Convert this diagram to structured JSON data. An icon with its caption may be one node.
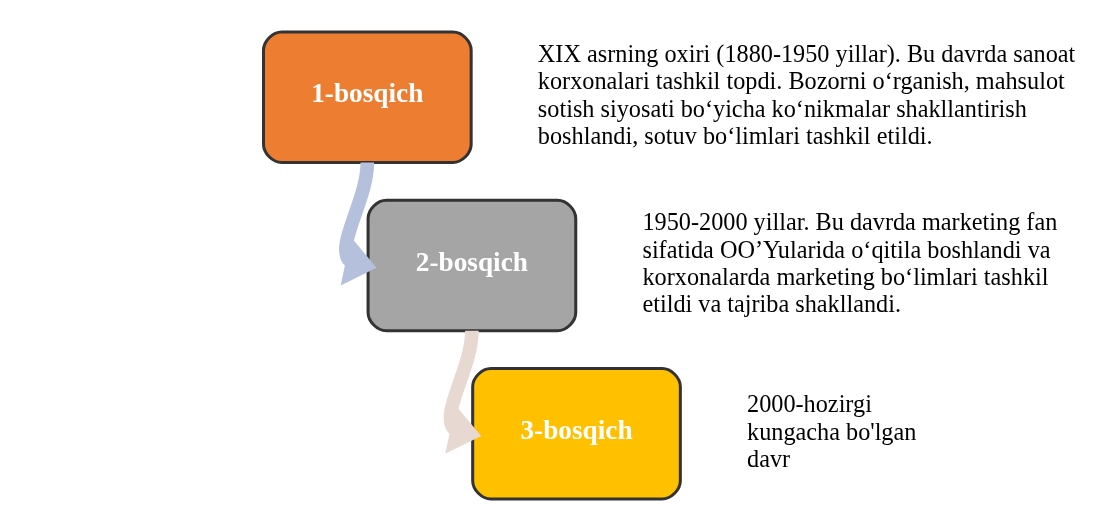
{
  "diagram": {
    "nodes": [
      {
        "text": [
          "1-bosqich"
        ],
        "beside": [
          "XIX asrning oxiri (1880-1950 yillar). Bu davrda sanoat korxonalari tashkil topdi. Bozorni o‘rganish, mahsulot sotish siyosati bo‘yicha ko‘nikmalar shakllantirish boshlandi, sotuv bo‘limlari tashkil etildi."
        ]
      },
      {
        "text": [
          "2-bosqich"
        ],
        "beside": [
          "1950-2000 yillar. Bu davrda marketing fan sifatida OO’Yularida o‘qitila boshlandi va korxonalarda marketing bo‘limlari tashkil etildi va tajriba shakllandi."
        ]
      },
      {
        "text": [
          "3-bosqich"
        ],
        "beside": [
          "2000-hozirgi kungacha bo'lgan davr"
        ]
      }
    ],
    "edges": [
      {
        "from": 0,
        "to": 1,
        "arrow": "to",
        "color": "#b4c0dc"
      },
      {
        "from": 1,
        "to": 2,
        "arrow": "to",
        "color": "#e8d8d2"
      }
    ]
  }
}
